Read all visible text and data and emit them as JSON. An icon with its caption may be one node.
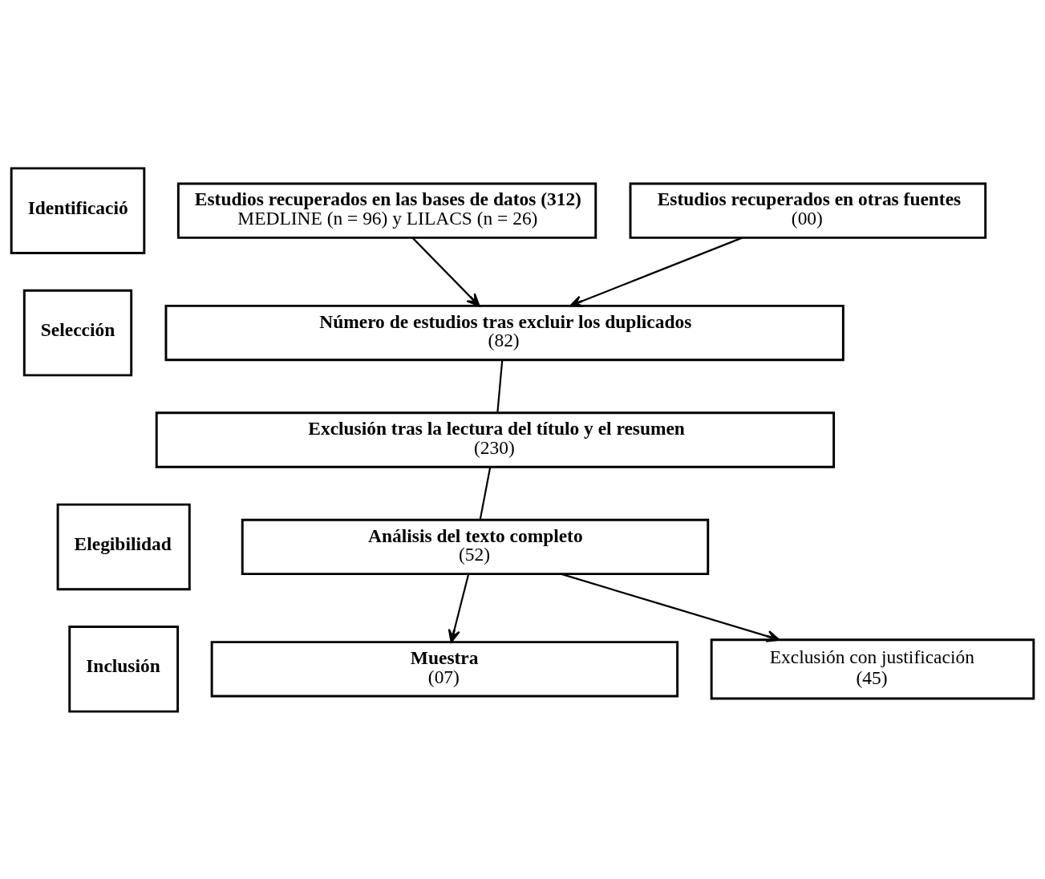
{
  "diagram": {
    "nodes": [
      {
        "text": [
          "Identificació"
        ]
      },
      {
        "text": [
          "Selección"
        ]
      },
      {
        "text": [
          "Elegibilidad"
        ]
      },
      {
        "text": [
          "Inclusión"
        ]
      },
      {
        "text": [
          "Estudios recuperados en las bases de datos (312)",
          "MEDLINE (n = 96) y LILACS (n = 26)"
        ]
      },
      {
        "text": [
          "Estudios recuperados en otras fuentes",
          "(00)"
        ]
      },
      {
        "text": [
          "Número de estudios tras excluir los duplicados",
          "(82)"
        ]
      },
      {
        "text": [
          "Exclusión tras la lectura del título y el resumen",
          "(230)"
        ]
      },
      {
        "text": [
          "Análisis del texto completo",
          "(52)"
        ]
      },
      {
        "text": [
          "Exclusión con justificación",
          "(45)"
        ]
      },
      {
        "text": [
          "Muestra",
          "(07)"
        ]
      }
    ],
    "edges": [
      {
        "from": 4,
        "to": 6,
        "arrow": "to"
      },
      {
        "from": 5,
        "to": 6,
        "arrow": "to"
      },
      {
        "from": 6,
        "to": 7,
        "arrow": "none"
      },
      {
        "from": 7,
        "to": 8,
        "arrow": "none"
      },
      {
        "from": 8,
        "to": 9,
        "arrow": "to"
      },
      {
        "from": 8,
        "to": 10,
        "arrow": "to"
      }
    ]
  }
}
